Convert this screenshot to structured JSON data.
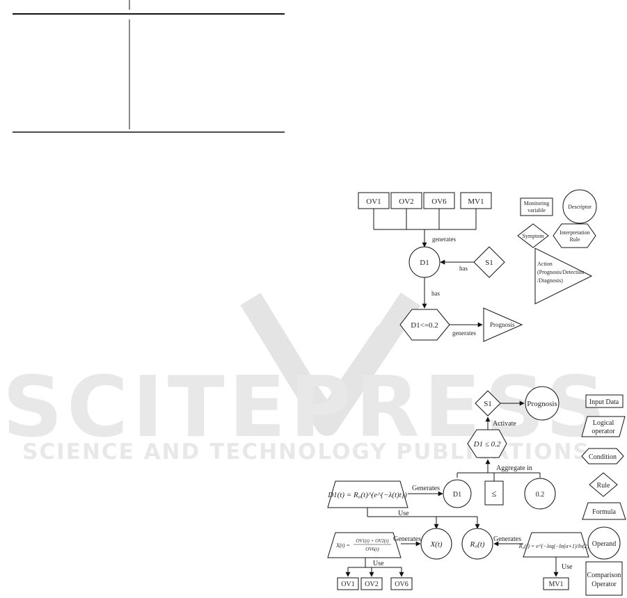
{
  "watermark": {
    "main": "SCITEPRESS",
    "sub": "SCIENCE AND TECHNOLOGY PUBLICATIONS"
  },
  "diagram1": {
    "inputs": [
      "OV1",
      "OV2",
      "OV6",
      "MV1"
    ],
    "generates_label": "generates",
    "descriptor": "D1",
    "has_label_1": "has",
    "symptom": "S1",
    "has_label_2": "has",
    "rule": "D1<=0.2",
    "generates_label_2": "generates",
    "action": "Prognosis",
    "legend": {
      "monitoring_line1": "Monitoring",
      "monitoring_line2": "variable",
      "descriptor": "Descriptor",
      "symptom": "Symptom",
      "interp_line1": "Interpretation",
      "interp_line2": "Rule",
      "action_line1": "Action",
      "action_line2": "(Prognosis/Detection",
      "action_line3": "/Diagnosis)"
    }
  },
  "diagram2": {
    "s1": "S1",
    "prognosis": "Prognosis",
    "activate_label": "Activate",
    "condition": "D1 ≤ 0.2",
    "aggregate_label": "Aggregate in",
    "d1_formula": "D1(t) = R₀(t)^(e^{−λ(t)t})",
    "generates_1": "Generates",
    "d1": "D1",
    "leq": "≤",
    "const": "0.2",
    "use_1": "Use",
    "x_formula_lhs": "X(t) =",
    "x_formula_num": "OV1(t) + OV2(t)",
    "x_formula_den": "OV6(t)",
    "generates_2": "Generates",
    "x_t": "X(t)",
    "r0_t": "R₀(t)",
    "generates_3": "Generates",
    "r0_formula": "R₀(t) = e^{−λtq(−ln(α+1)/ln(2))}",
    "use_2": "Use",
    "use_3": "Use",
    "leaves": [
      "OV1",
      "OV2",
      "OV6"
    ],
    "mv1": "MV1",
    "legend": {
      "input_data": "Input Data",
      "logical_line1": "Logical",
      "logical_line2": "operator",
      "condition": "Condition",
      "rule": "Rule",
      "formula": "Formula",
      "operand": "Operand",
      "comparison_line1": "Comparison",
      "comparison_line2": "Operator"
    }
  }
}
